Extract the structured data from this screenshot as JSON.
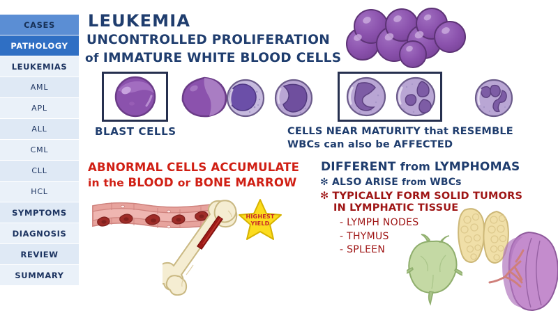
{
  "sidebar": {
    "items": [
      {
        "label": "CASES",
        "state": "selected-light",
        "level": 1
      },
      {
        "label": "PATHOLOGY",
        "state": "selected-dark",
        "level": 1
      },
      {
        "label": "LEUKEMIAS",
        "state": "tone-a",
        "level": 1
      },
      {
        "label": "AML",
        "state": "tone-b",
        "level": 2
      },
      {
        "label": "APL",
        "state": "tone-a",
        "level": 2
      },
      {
        "label": "ALL",
        "state": "tone-b",
        "level": 2
      },
      {
        "label": "CML",
        "state": "tone-a",
        "level": 2
      },
      {
        "label": "CLL",
        "state": "tone-b",
        "level": 2
      },
      {
        "label": "HCL",
        "state": "tone-a",
        "level": 2
      },
      {
        "label": "SYMPTOMS",
        "state": "tone-b",
        "level": 1
      },
      {
        "label": "DIAGNOSIS",
        "state": "tone-a",
        "level": 1
      },
      {
        "label": "REVIEW",
        "state": "tone-b",
        "level": 1
      },
      {
        "label": "SUMMARY",
        "state": "tone-a",
        "level": 1
      }
    ]
  },
  "header": {
    "title": "LEUKEMIA",
    "subtitle_line1": "UNCONTROLLED PROLIFERATION",
    "subtitle_line2_lead": "of ",
    "subtitle_line2_rest": "IMMATURE WHITE BLOOD CELLS"
  },
  "cells": {
    "blast_label": "BLAST CELLS",
    "mature_caption_line1_a": "CELLS NEAR MATURITY ",
    "mature_caption_line1_b": "that ",
    "mature_caption_line1_c": "RESEMBLE",
    "mature_caption_line2_a": "WBCs ",
    "mature_caption_line2_b": "can also be ",
    "mature_caption_line2_c": "AFFECTED"
  },
  "accumulate": {
    "line1": "ABNORMAL CELLS ACCUMULATE",
    "line2_a": "in the ",
    "line2_b": "BLOOD ",
    "line2_c": "or ",
    "line2_d": "BONE MARROW"
  },
  "highest_yield": {
    "line1": "HIGHEST",
    "line2": "YIELD"
  },
  "lymphoma": {
    "heading_a": "DIFFERENT ",
    "heading_b": "from ",
    "heading_c": "LYMPHOMAS",
    "bullet1_marker": "✻",
    "bullet1_a": "ALSO ARISE ",
    "bullet1_b": "from ",
    "bullet1_c": "WBCs",
    "bullet2_marker": "✻",
    "bullet2_line1": "TYPICALLY FORM SOLID TUMORS",
    "bullet2_line2": "IN LYMPHATIC TISSUE",
    "sub_items": [
      "- LYMPH NODES",
      "- THYMUS",
      "- SPLEEN"
    ]
  },
  "colors": {
    "navy": "#1f3d6e",
    "red": "#d01f14",
    "dark_red": "#9e1414",
    "sidebar_selected_light": "#5b8ed4",
    "sidebar_selected_dark": "#2f6fc4",
    "sidebar_tone_a": "#eaf1f9",
    "sidebar_tone_b": "#dfe9f5",
    "cell_purple": "#8b52ad",
    "cell_lavender": "#c0b2da",
    "star_yellow": "#fcdc1e",
    "bone_cream": "#f3ead0",
    "marrow_red": "#9e1a17",
    "vessel_pink": "#e8a6a2",
    "rbc_red": "#9e2c28",
    "lymph_green": "#bcd39a",
    "thymus_tan": "#efdda6",
    "spleen_purple": "#bb88c4"
  }
}
